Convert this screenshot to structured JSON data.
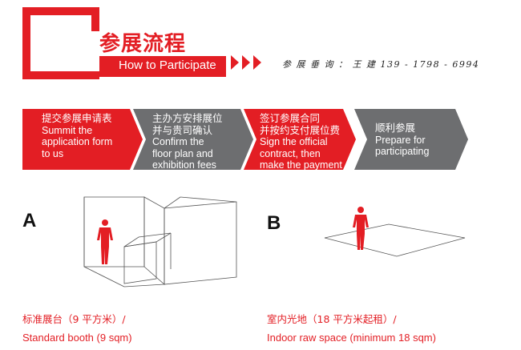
{
  "header": {
    "title_cn": "参展流程",
    "title_en": "How to Participate",
    "arrows_icon": "triple-play-arrows",
    "contact": "参 展 垂 询 ： 王 建 139 - 1798 - 6994"
  },
  "colors": {
    "accent": "#e31e24",
    "step_gray": "#6d6e70",
    "line": "#555555"
  },
  "steps": [
    {
      "cn": "提交参展申请表",
      "en1": "Summit the",
      "en2": "application form",
      "en3": "to us",
      "color": "red"
    },
    {
      "cn1": "主办方安排展位",
      "cn2": "并与贵司确认",
      "en1": "Confirm the",
      "en2": "floor plan and",
      "en3": "exhibition fees",
      "color": "gray"
    },
    {
      "cn1": "签订参展合同",
      "cn2": "并按约支付展位费",
      "en1": "Sign the official",
      "en2": "contract, then",
      "en3": "make the payment",
      "color": "red"
    },
    {
      "cn": "顺利参展",
      "en1": "Prepare for",
      "en2": "participating",
      "color": "gray"
    }
  ],
  "booths": [
    {
      "letter": "A",
      "caption_cn": "标准展台（9 平方米）/",
      "caption_en": "Standard booth (9 sqm)",
      "icon": "standard-booth-illustration"
    },
    {
      "letter": "B",
      "caption_cn": "室内光地（18 平方米起租）/",
      "caption_en": "Indoor raw space (minimum 18 sqm)",
      "icon": "raw-space-illustration"
    }
  ]
}
